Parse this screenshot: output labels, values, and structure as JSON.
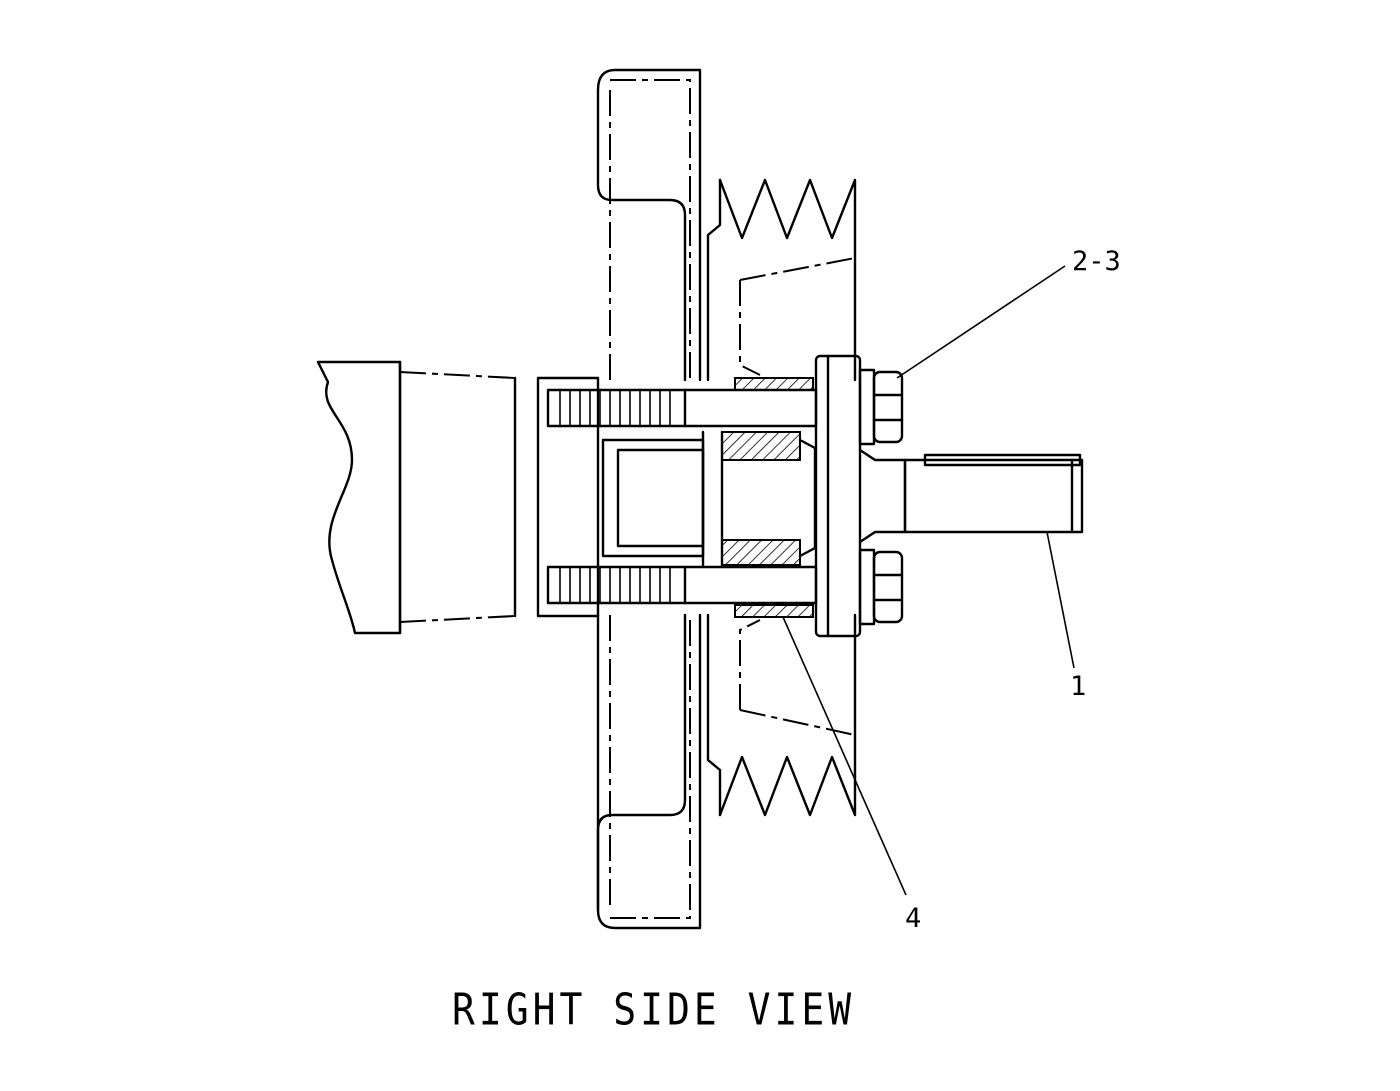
{
  "title": "RIGHT SIDE VIEW",
  "callouts": {
    "c23": "2-3",
    "c1": "1",
    "c4": "4"
  }
}
